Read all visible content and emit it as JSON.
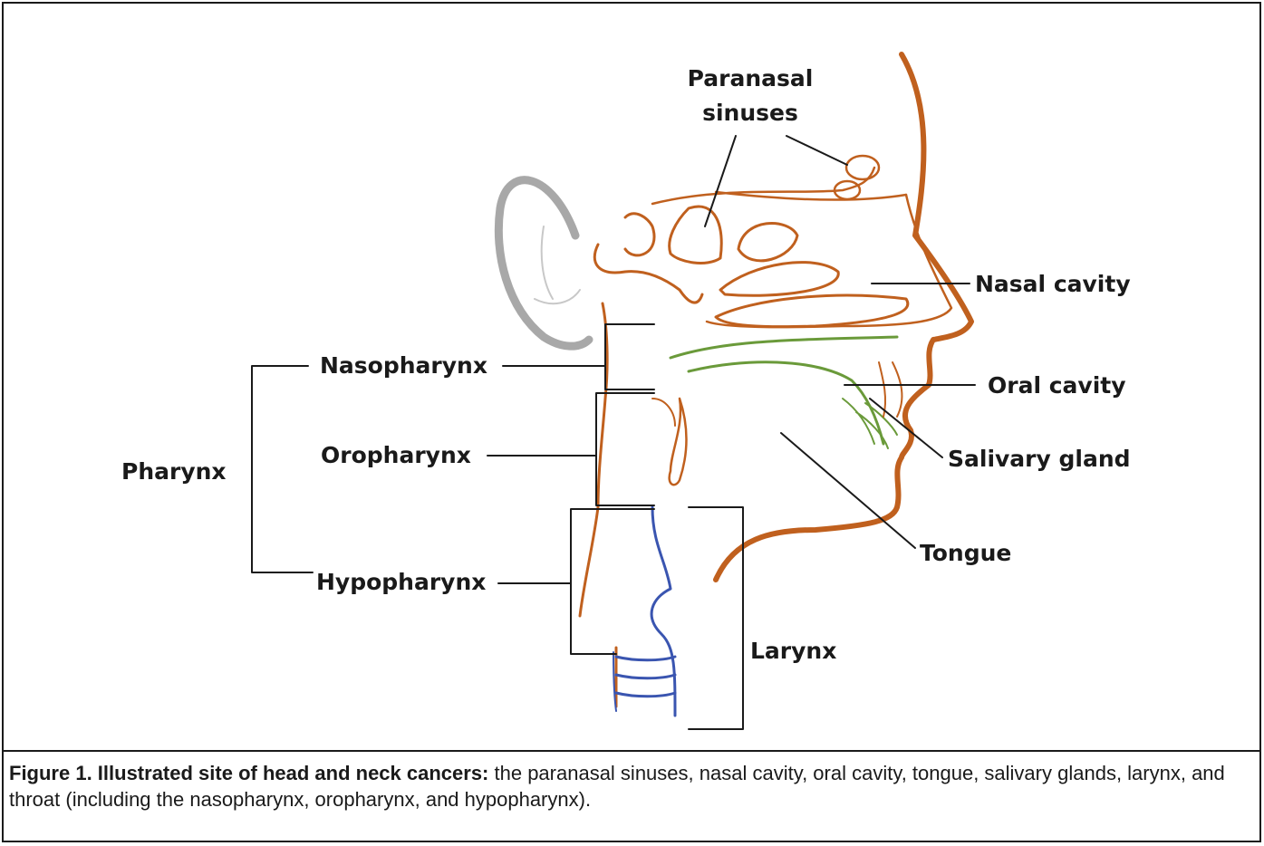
{
  "labels": {
    "paranasal_sinuses": "Paranasal sinuses",
    "nasal_cavity": "Nasal cavity",
    "nasopharynx": "Nasopharynx",
    "oral_cavity": "Oral cavity",
    "pharynx": "Pharynx",
    "oropharynx": "Oropharynx",
    "salivary_gland": "Salivary gland",
    "tongue": "Tongue",
    "hypopharynx": "Hypopharynx",
    "larynx": "Larynx"
  },
  "caption": {
    "title": "Figure 1. Illustrated site of head and neck cancers:",
    "text": " the paranasal sinuses, nasal cavity, oral cavity, tongue, salivary glands, larynx, and throat (including the nasopharynx, oropharynx, and hypopharynx)."
  },
  "colors": {
    "anatomy_outline": "#c0601e",
    "mucosa": "#6a9a3a",
    "ear": "#a8a8a8",
    "larynx_blue": "#3a55b0",
    "leader_lines": "#1a1a1a"
  }
}
